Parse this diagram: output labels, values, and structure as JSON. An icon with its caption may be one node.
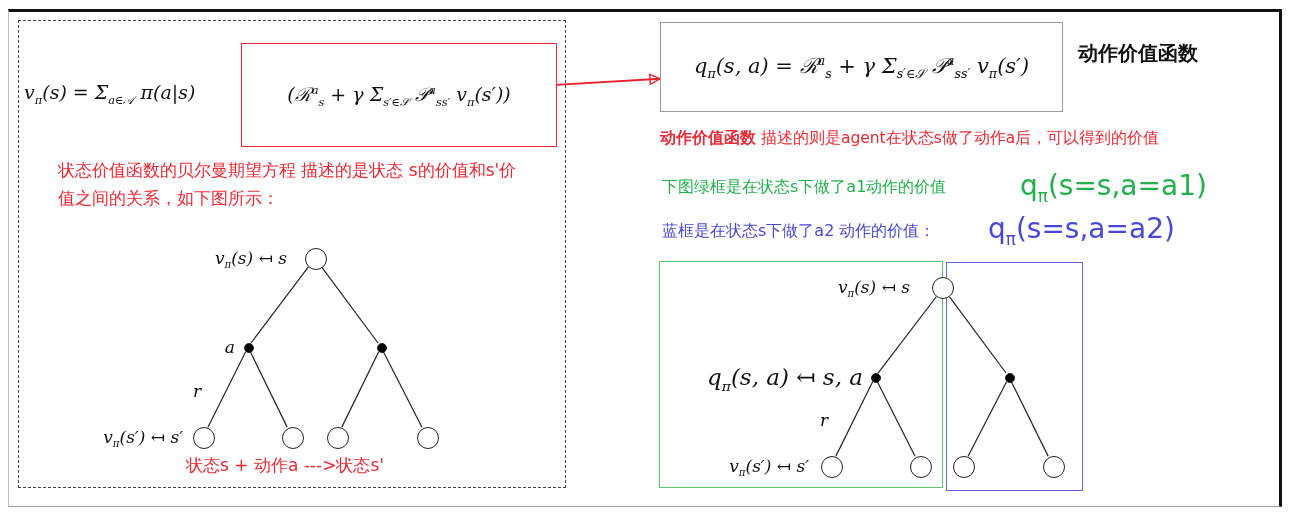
{
  "diagram": {
    "nodes": [
      {
        "text": [],
        "shape": "box"
      },
      {
        "text": [
          "(ℛ$^{a}$$_{s}$ + γ Σ$_{s′∈𝒮}$ 𝒫$^{a}$$_{ss′}$ v$_{π}$(s′))"
        ],
        "in": 0
      },
      {
        "text": [
          "q$_{π}$(s, a) = ℛ$^{a}$$_{s}$ + γ Σ$_{s′∈𝒮}$ 𝒫$^{a}$$_{ss′}$ v$_{π}$(s′)"
        ],
        "beside": [
          "动作价值函数"
        ]
      },
      {
        "text": [],
        "shape": "circle",
        "in": 0,
        "beside": [
          "v$_{π}$(s) ↤ s"
        ]
      },
      {
        "text": [],
        "shape": "dot",
        "in": 0,
        "beside": [
          "a"
        ]
      },
      {
        "text": [],
        "shape": "dot",
        "in": 0
      },
      {
        "text": [],
        "shape": "circle",
        "in": 0,
        "beside": [
          "v$_{π}$(s′) ↤ s′"
        ]
      },
      {
        "text": [],
        "shape": "circle",
        "in": 0
      },
      {
        "text": [],
        "shape": "circle",
        "in": 0
      },
      {
        "text": [],
        "shape": "circle",
        "in": 0
      },
      {
        "text": [],
        "shape": "box"
      },
      {
        "text": [],
        "shape": "box"
      },
      {
        "text": [],
        "shape": "circle",
        "beside": [
          "v$_{π}$(s) ↤ s"
        ]
      },
      {
        "text": [],
        "shape": "dot",
        "in": 10,
        "beside": [
          "q$_{π}$(s, a) ↤ s, a"
        ]
      },
      {
        "text": [],
        "shape": "dot",
        "in": 11
      },
      {
        "text": [],
        "shape": "circle",
        "in": 10,
        "beside": [
          "v$_{π}$(s′) ↤ s′"
        ]
      },
      {
        "text": [],
        "shape": "circle",
        "in": 10
      },
      {
        "text": [],
        "shape": "circle",
        "in": 11
      },
      {
        "text": [],
        "shape": "circle",
        "in": 11
      }
    ],
    "edges": [
      {
        "from": 1,
        "to": 2,
        "arrow": "to",
        "color": "#e8202a"
      },
      {
        "from": 3,
        "to": 4,
        "arrow": "none"
      },
      {
        "from": 3,
        "to": 5,
        "arrow": "none"
      },
      {
        "from": 4,
        "to": 6,
        "arrow": "none",
        "label": "r"
      },
      {
        "from": 4,
        "to": 7,
        "arrow": "none"
      },
      {
        "from": 5,
        "to": 8,
        "arrow": "none"
      },
      {
        "from": 5,
        "to": 9,
        "arrow": "none"
      },
      {
        "from": 12,
        "to": 13,
        "arrow": "none"
      },
      {
        "from": 12,
        "to": 14,
        "arrow": "none"
      },
      {
        "from": 13,
        "to": 15,
        "arrow": "none",
        "label": "r"
      },
      {
        "from": 13,
        "to": 16,
        "arrow": "none"
      },
      {
        "from": 14,
        "to": 17,
        "arrow": "none"
      },
      {
        "from": 14,
        "to": 18,
        "arrow": "none"
      }
    ],
    "labels": [
      "v$_{π}$(s) = Σ$_{a∈𝒜}$ π(a|s)",
      "状态价值函数的贝尔曼期望方程 描述的是状态 s的价值和s'价值之间的关系，如下图所示：",
      "状态s + 动作a --->状态s'",
      "**动作价值函数** 描述的则是agent在状态s做了动作a后，可以得到的价值",
      "下图绿框是在状态s下做了a1动作的价值",
      "q$_{π}$(s=s,a=a1)",
      "蓝框是在状态s下做了a2 动作的价值：",
      "q$_{π}$(s=s,a=a2)"
    ]
  }
}
